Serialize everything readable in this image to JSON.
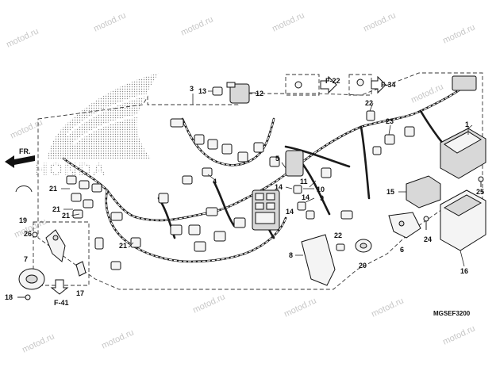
{
  "diagram_code": "MGSEF3200",
  "brand_text": "HONDA",
  "front_marker": "FR.",
  "watermark": "motod.ru",
  "refs": {
    "f22": "F-22",
    "f34": "F-34",
    "f41": "F-41"
  },
  "parts": {
    "p1": "1",
    "p3": "3",
    "p4": "4",
    "p5": "5",
    "p6": "6",
    "p7": "7",
    "p8": "8",
    "p9": "9",
    "p10": "10",
    "p11": "11",
    "p12": "12",
    "p13": "13",
    "p14a": "14",
    "p14b": "14",
    "p14c": "14",
    "p15": "15",
    "p16": "16",
    "p17": "17",
    "p18": "18",
    "p19": "19",
    "p20": "20",
    "p21a": "21",
    "p21b": "21",
    "p21c": "21",
    "p21d": "21",
    "p22a": "22",
    "p22b": "22",
    "p23": "23",
    "p24": "24",
    "p25": "25",
    "p26": "26"
  },
  "colors": {
    "line": "#111111",
    "watermark": "#c7c7c7",
    "background": "#ffffff"
  }
}
